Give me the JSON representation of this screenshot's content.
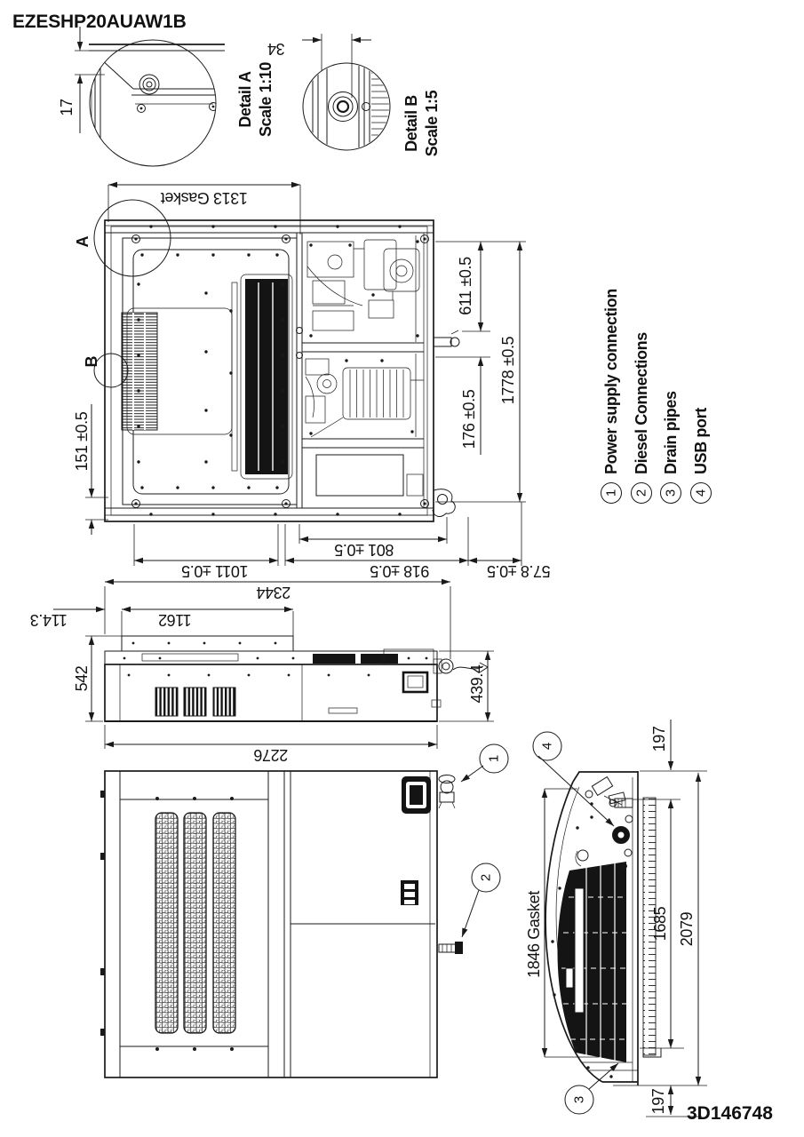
{
  "title": "EZESHP20AUAW1B",
  "drawing_number": "3D146748",
  "detail_a": {
    "name": "Detail A",
    "scale": "Scale 1:10",
    "dim_17": "17"
  },
  "detail_b": {
    "name": "Detail B",
    "scale": "Scale 1:5",
    "dim_34": "34"
  },
  "top_view": {
    "callout_a": "A",
    "callout_b": "B",
    "dim_gasket": "1313  Gasket",
    "dim_611": "611 ±0.5",
    "dim_1778": "1778 ±0.5",
    "dim_176": "176 ±0.5",
    "dim_151": "151 ±0.5",
    "dim_801": "801 ±0.5",
    "dim_1011": "1011 ±0.5",
    "dim_918": "918 ±0.5",
    "dim_57_8": "57.8 ±0.5"
  },
  "side_view": {
    "dim_2344": "2344",
    "dim_1162": "1162",
    "dim_114_3": "114.3",
    "dim_542": "542",
    "dim_439_4": "439.4",
    "dim_2276": "2276"
  },
  "profile_view": {
    "dim_197_top": "197",
    "dim_1685": "1685",
    "dim_2079": "2079",
    "dim_gasket": "1846  Gasket",
    "dim_197_bottom": "197"
  },
  "callouts": {
    "c1": "1",
    "c2": "2",
    "c3": "3",
    "c4": "4"
  },
  "legend": {
    "items": [
      {
        "num": "1",
        "label": "Power supply connection"
      },
      {
        "num": "2",
        "label": "Diesel Connections"
      },
      {
        "num": "3",
        "label": "Drain pipes"
      },
      {
        "num": "4",
        "label": "USB port"
      }
    ]
  }
}
